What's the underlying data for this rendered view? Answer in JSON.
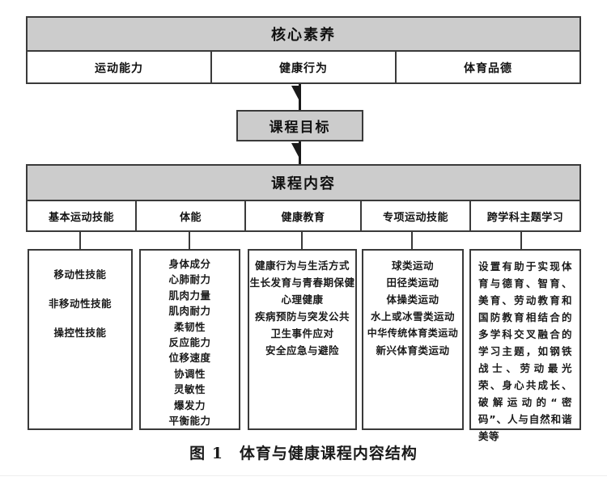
{
  "figure": {
    "caption": "图 1　体育与健康课程内容结构",
    "colors": {
      "header_fill": "#cccccc",
      "border": "#3a3a3a",
      "text": "#1a1a1a",
      "background": "#ffffff"
    }
  },
  "core_literacy": {
    "title": "核心素养",
    "items": [
      {
        "label": "运动能力"
      },
      {
        "label": "健康行为"
      },
      {
        "label": "体育品德"
      }
    ]
  },
  "course_goal": {
    "label": "课程目标"
  },
  "course_content": {
    "title": "课程内容",
    "columns": [
      {
        "header": "基本运动技能",
        "items": [
          "移动性技能",
          "非移动性技能",
          "操控性技能"
        ]
      },
      {
        "header": "体能",
        "items": [
          "身体成分",
          "心肺耐力",
          "肌肉力量",
          "肌肉耐力",
          "柔韧性",
          "反应能力",
          "位移速度",
          "协调性",
          "灵敏性",
          "爆发力",
          "平衡能力"
        ]
      },
      {
        "header": "健康教育",
        "items": [
          "健康行为与生活方式",
          "生长发育与青春期保健",
          "心理健康",
          "疾病预防与突发公共卫生事件应对",
          "安全应急与避险"
        ]
      },
      {
        "header": "专项运动技能",
        "items": [
          "球类运动",
          "田径类运动",
          "体操类运动",
          "水上或冰雪类运动",
          "中华传统体育类运动",
          "新兴体育类运动"
        ]
      },
      {
        "header": "跨学科主题学习",
        "paragraph": "设置有助于实现体育与德育、智育、美育、劳动教育和国防教育相结合的多学科交叉融合的学习主题，如钢铁战士、劳动最光荣、身心共成长、破解运动的“密码”、人与自然和谐美等"
      }
    ]
  }
}
